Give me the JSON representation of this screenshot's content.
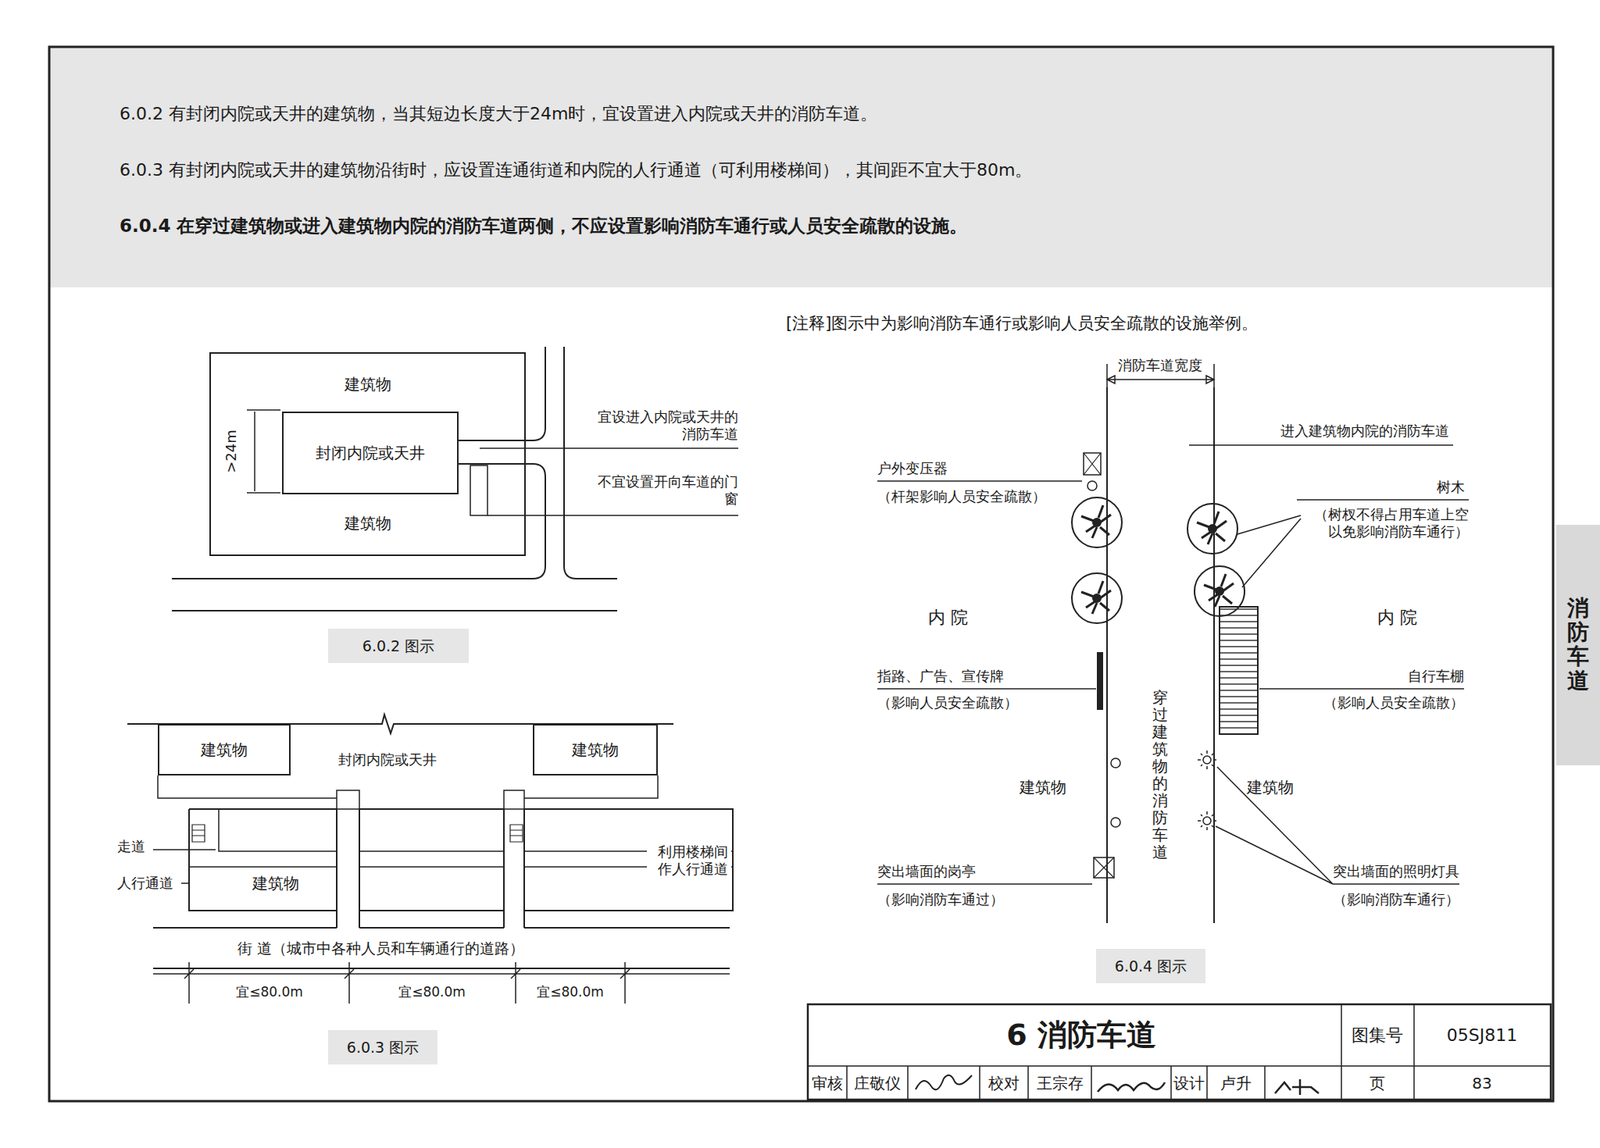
{
  "diagram": {
    "title": "6 消防车道",
    "nodes": [
      {
        "text": [
          "建筑物",
          "建筑物"
        ]
      },
      {
        "text": [
          "封闭内院或天井"
        ],
        "in": 0
      },
      {
        "text": [
          "建筑物"
        ]
      },
      {
        "text": [
          "建筑物"
        ]
      },
      {
        "text": [
          "建筑物"
        ]
      },
      {
        "text": [
          "消防车道"
        ]
      }
    ],
    "labels": [
      "6.0.2 有封闭内院或天井的建筑物，当其短边长度大于24m时，宜设置进入内院或天井的消防车道。",
      "6.0.3 有封闭内院或天井的建筑物沿街时，应设置连通街道和内院的人行通道（可利用楼梯间），其间距不宜大于80m。",
      "6.0.4 在穿过建筑物或进入建筑物内院的消防车道两侧，不应设置影响消防车通行或人员安全疏散的设施。",
      "[注释]图示中为影响消防车通行或影响人员安全疏散的设施举例。",
      ">24m",
      "宜设进入内院或天井的消防车道",
      "不宜设置开向车道的门窗",
      "6.0.2 图示",
      "走道",
      "人行通道",
      "利用楼梯间作人行通道",
      "街 道（城市中各种人员和车辆通行的道路）",
      "宜≤80.0m",
      "宜≤80.0m",
      "宜≤80.0m",
      "6.0.3 图示",
      "消防车道宽度",
      "进入建筑物内院的消防车道",
      "户外变压器",
      "（杆架影响人员安全疏散）",
      "树木",
      "（树杈不得占用车道上空以免影响消防车通行）",
      "内 院",
      "内 院",
      "指路、广告、宣传牌",
      "（影响人员安全疏散）",
      "自行车棚",
      "（影响人员安全疏散）",
      "穿过建筑物的消防车道",
      "建筑物",
      "建筑物",
      "突出墙面的岗亭",
      "（影响消防车通过）",
      "突出墙面的照明灯具",
      "（影响消防车通行）",
      "6.0.4 图示",
      "图集号",
      "05SJ811",
      "审核",
      "庄敬仪",
      "校对",
      "王宗存",
      "设计",
      "卢升",
      "页",
      "83",
      "封闭内院或天井"
    ]
  }
}
